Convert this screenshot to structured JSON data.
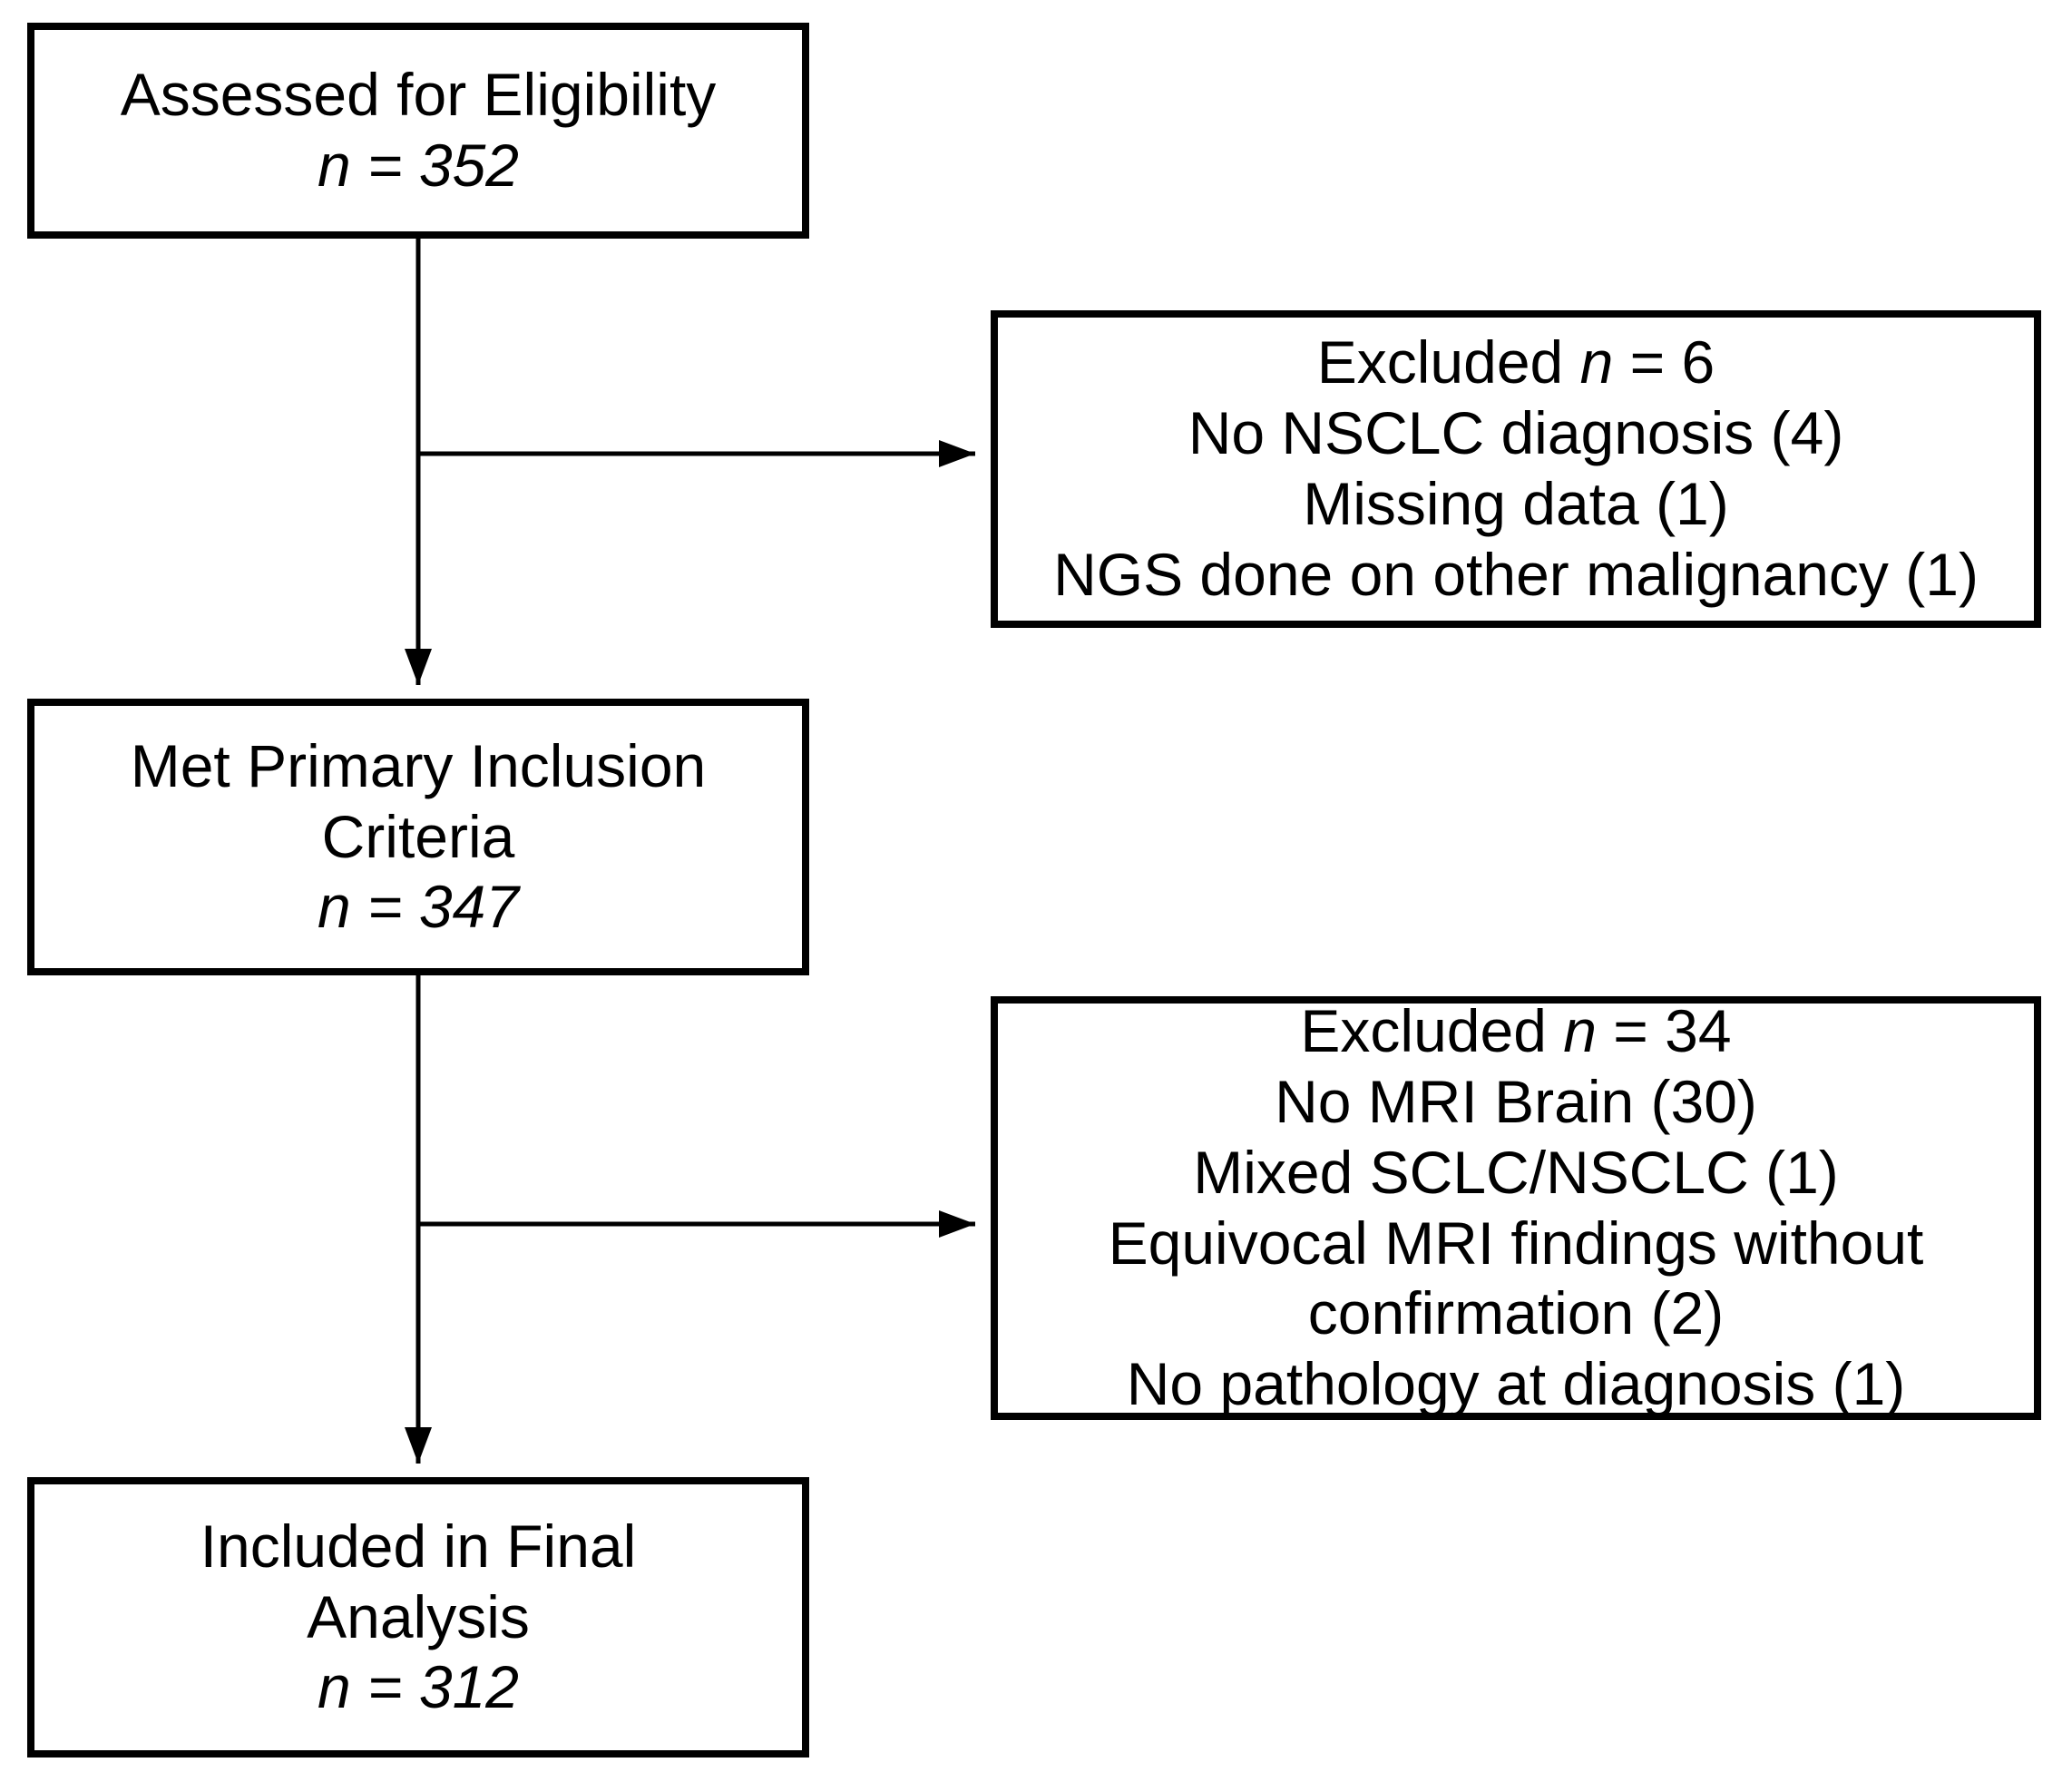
{
  "boxes": {
    "assessed": {
      "lines": [
        "Assessed for Eligibility"
      ],
      "n_line": "n = 352"
    },
    "excluded1": {
      "heading_pre": "Excluded ",
      "heading_n": "n",
      "heading_post": " = 6",
      "items": [
        "No NSCLC diagnosis (4)",
        "Missing data (1)",
        "NGS done on other malignancy (1)"
      ]
    },
    "met": {
      "lines": [
        "Met Primary Inclusion",
        "Criteria"
      ],
      "n_line": "n = 347"
    },
    "excluded2": {
      "heading_pre": "Excluded ",
      "heading_n": "n",
      "heading_post": " = 34",
      "items": [
        "No MRI Brain (30)",
        "Mixed SCLC/NSCLC (1)",
        "Equivocal MRI findings without confirmation (2)",
        "No pathology at diagnosis (1)"
      ]
    },
    "final": {
      "lines": [
        "Included in Final",
        "Analysis"
      ],
      "n_line": "n = 312"
    }
  },
  "colors": {
    "background": "#ffffff",
    "line": "#000000",
    "text": "#000000"
  }
}
